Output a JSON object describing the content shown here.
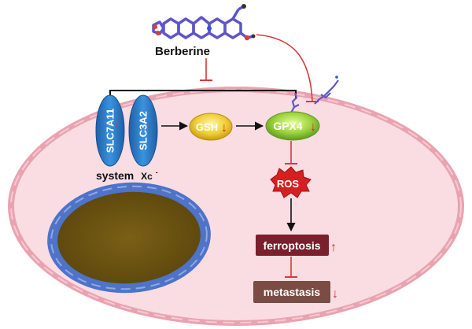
{
  "molecule": {
    "name": "Berberine"
  },
  "transporter": {
    "subunit_1": "SLC7A11",
    "subunit_2": "SLC3A2",
    "system_label": "system",
    "system_suffix": "Xc",
    "system_superscript": "-"
  },
  "nodes": {
    "gsh": "GSH",
    "gpx4": "GPX4",
    "ros": "ROS",
    "ferroptosis": "ferroptosis",
    "metastasis": "metastasis"
  },
  "arrows": {
    "down": "↓",
    "up": "↑"
  },
  "colors": {
    "cell_fill": "#f9dde3",
    "cell_border": "#e89aa8",
    "nucleus_fill": "#6e5512",
    "nucleus_border": "#4e73c9",
    "transporter_blue": "#2f7fc8",
    "gsh_fill": "#e8c62a",
    "gpx4_fill": "#84c43a",
    "ros_fill": "#d42020",
    "ferroptosis_fill": "#7a1f2b",
    "metastasis_fill": "#7a4c43",
    "inhibit_red": "#d63a3a",
    "molecule_purple": "#5d55c9"
  }
}
